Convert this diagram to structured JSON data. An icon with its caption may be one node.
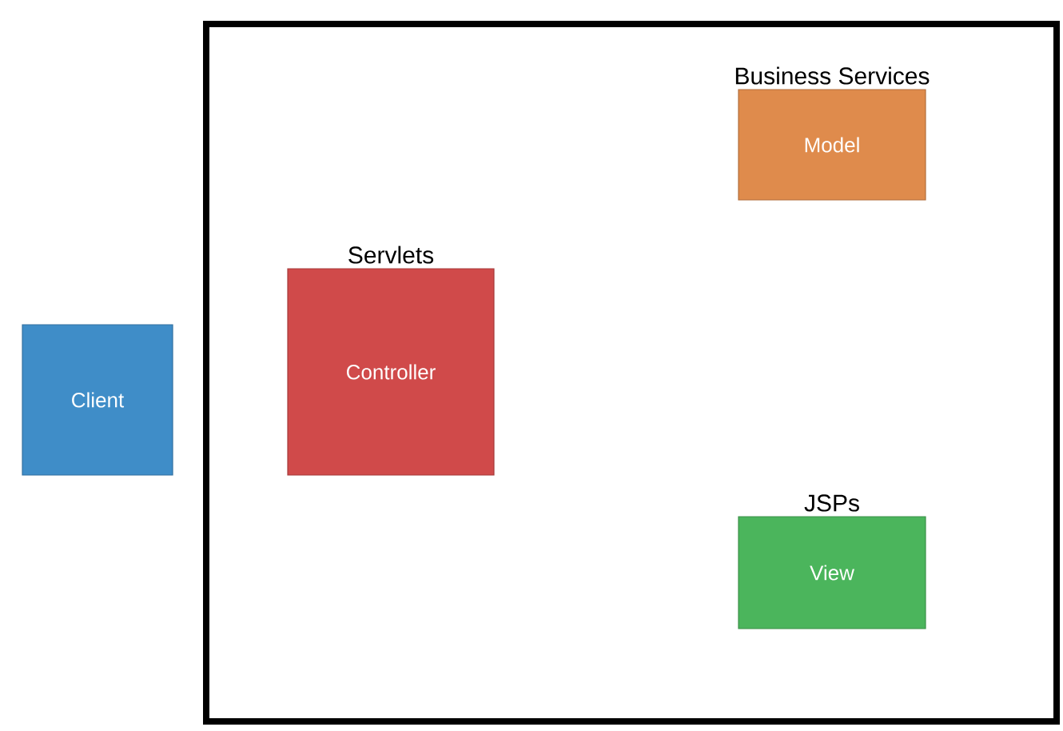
{
  "diagram": {
    "nodes": [
      {
        "text": [],
        "shape": "box"
      },
      {
        "text": [
          "Client"
        ]
      },
      {
        "text": [
          "Servlets",
          "Controller"
        ],
        "in": 0
      },
      {
        "text": [
          "Business Services",
          "Model"
        ],
        "in": 0
      },
      {
        "text": [
          "JSPs",
          "View"
        ],
        "in": 0
      }
    ]
  }
}
